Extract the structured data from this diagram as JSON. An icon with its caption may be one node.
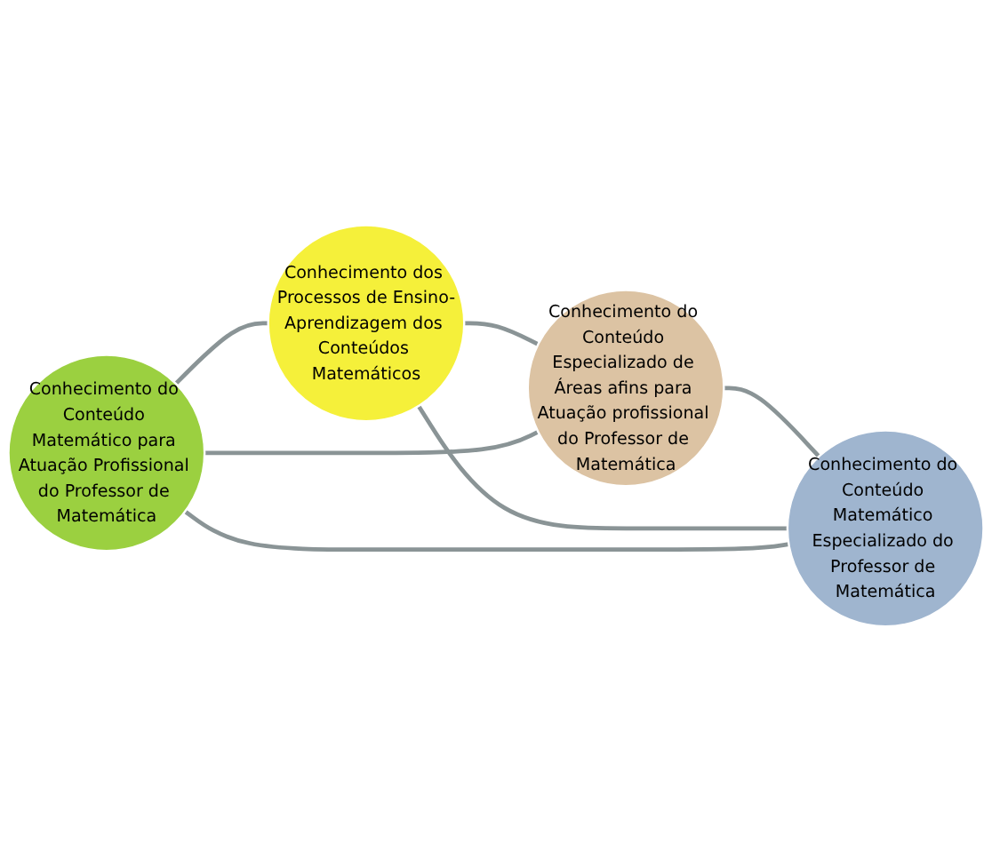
{
  "diagram": {
    "nodes": [
      {
        "text": [
          "Conhecimento do Conteúdo Matemático para Atuação Profissional do Professor de Matemática"
        ]
      },
      {
        "text": [
          "Conhecimento dos Processos de Ensino-Aprendizagem dos Conteúdos Matemáticos"
        ]
      },
      {
        "text": [
          "Conhecimento do Conteúdo Matemático Especializado do Professor de Matemática"
        ]
      },
      {
        "text": [
          "Conhecimento do Conteúdo Especializado de Áreas afins para Atuação profissional do Professor de Matemática"
        ]
      }
    ],
    "edges": [
      {
        "from": 0,
        "to": 1,
        "arrow": "none"
      },
      {
        "from": 1,
        "to": 3,
        "arrow": "none"
      },
      {
        "from": 3,
        "to": 2,
        "arrow": "none"
      },
      {
        "from": 2,
        "to": 0,
        "arrow": "none"
      },
      {
        "from": 0,
        "to": 3,
        "arrow": "none"
      },
      {
        "from": 1,
        "to": 2,
        "arrow": "none"
      }
    ]
  }
}
